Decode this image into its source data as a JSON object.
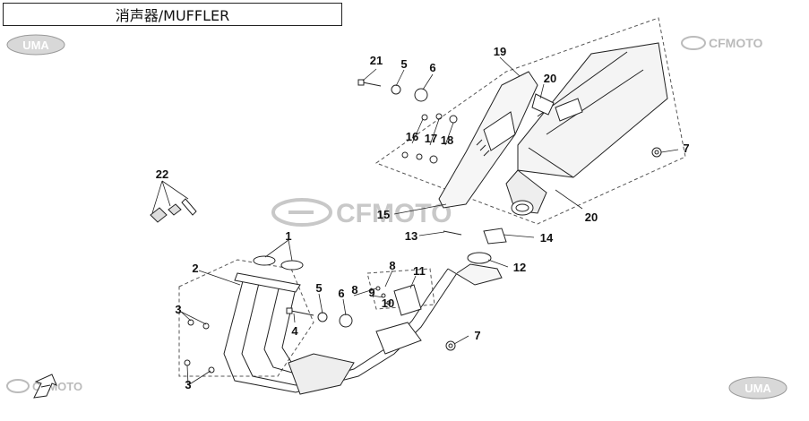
{
  "title": "消声器/MUFFLER",
  "brands": {
    "uma_top_left": "UMA",
    "cfmoto_top_right": "CFMOTO",
    "cfmoto_center_watermark": "CFMOTO",
    "cfmoto_bottom_left": "CFMOTO",
    "uma_bottom_right": "UMA"
  },
  "callouts": {
    "c21": "21",
    "c5a": "5",
    "c6a": "6",
    "c19": "19",
    "c20a": "20",
    "c7a": "7",
    "c16": "16",
    "c17": "17",
    "c18": "18",
    "c15": "15",
    "c20b": "20",
    "c22": "22",
    "c1": "1",
    "c2": "2",
    "c3a": "3",
    "c3b": "3",
    "c4": "4",
    "c5b": "5",
    "c6b": "6",
    "c8a": "8",
    "c8b": "8",
    "c9": "9",
    "c10": "10",
    "c11": "11",
    "c13": "13",
    "c14": "14",
    "c12": "12",
    "c7b": "7"
  },
  "colors": {
    "line": "#222222",
    "dash": "#555555",
    "watermark": "#c8c8c8"
  }
}
